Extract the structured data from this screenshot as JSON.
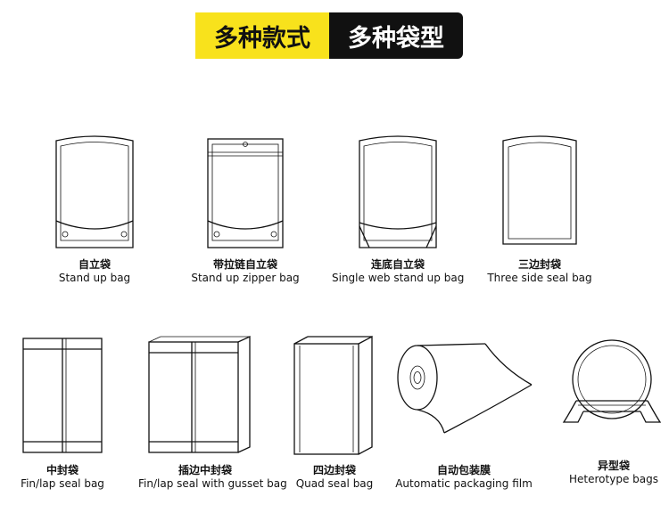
{
  "header": {
    "left": "多种款式",
    "right": "多种袋型"
  },
  "bags": [
    {
      "zh": "自立袋",
      "en": "Stand up bag",
      "icon": "stand-up-bag-icon"
    },
    {
      "zh": "带拉链自立袋",
      "en": "Stand up zipper bag",
      "icon": "stand-up-zipper-bag-icon"
    },
    {
      "zh": "连底自立袋",
      "en": "Single web stand up bag",
      "icon": "single-web-stand-up-bag-icon"
    },
    {
      "zh": "三边封袋",
      "en": "Three side seal bag",
      "icon": "three-side-seal-bag-icon"
    },
    {
      "zh": "中封袋",
      "en": "Fin/lap seal bag",
      "icon": "fin-lap-seal-bag-icon"
    },
    {
      "zh": "插边中封袋",
      "en": "Fin/lap seal with gusset bag",
      "icon": "gusset-seal-bag-icon"
    },
    {
      "zh": "四边封袋",
      "en": "Quad seal bag",
      "icon": "quad-seal-bag-icon"
    },
    {
      "zh": "自动包装膜",
      "en": "Automatic packaging film",
      "icon": "packaging-film-roll-icon"
    },
    {
      "zh": "异型袋",
      "en": "Heterotype bags",
      "icon": "heterotype-bag-icon"
    }
  ]
}
